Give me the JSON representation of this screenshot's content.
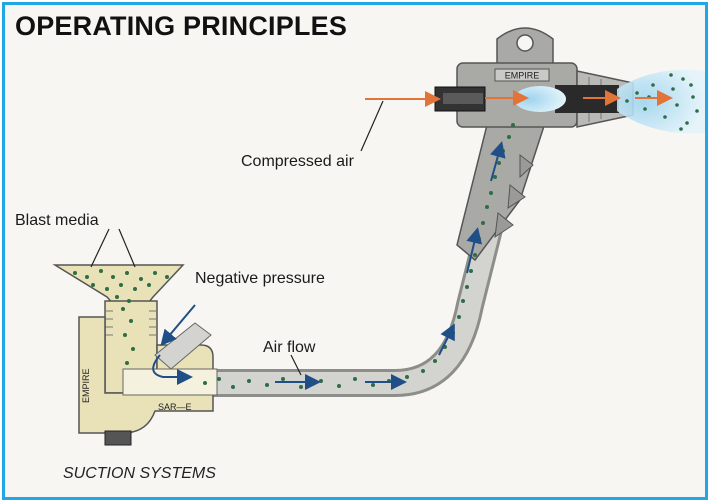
{
  "title": "OPERATING PRINCIPLES",
  "caption": "SUCTION SYSTEMS",
  "labels": {
    "compressed_air": "Compressed air",
    "blast_media": "Blast media",
    "negative_pressure": "Negative pressure",
    "air_flow": "Air flow"
  },
  "body_markings": {
    "gun_brand": "EMPIRE",
    "fitting_brand": "EMPIRE",
    "fitting_model": "SAR—E"
  },
  "colors": {
    "border": "#22a7e6",
    "metal": "#a9a9a5",
    "fitting": "#e9e2b8",
    "hose": "#d3d4d0",
    "media_dots": "#2d6e45",
    "flow_arrows": "#1f4f86",
    "compressed_air_arrow": "#e2743a",
    "spray": "#bfe3f4"
  }
}
